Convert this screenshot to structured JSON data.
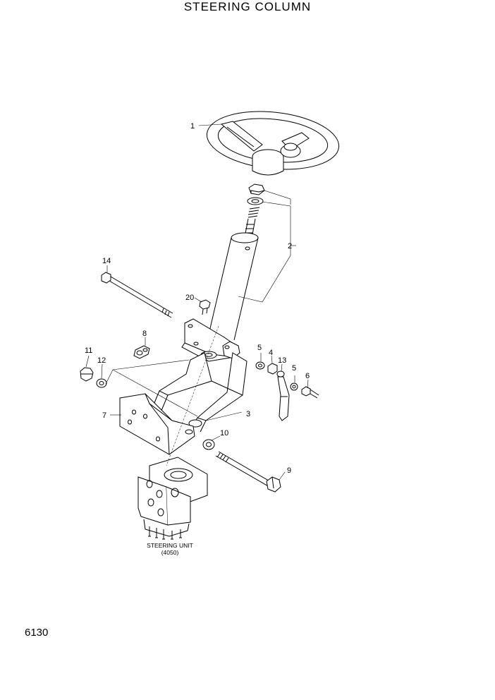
{
  "title": "STEERING COLUMN",
  "page_number": "6130",
  "steering_unit_label": {
    "line1": "STEERING UNIT",
    "line2": "(4050)"
  },
  "callouts": [
    "1",
    "2",
    "3",
    "4",
    "5",
    "5",
    "6",
    "7",
    "8",
    "9",
    "10",
    "11",
    "12",
    "13",
    "14",
    "20"
  ]
}
